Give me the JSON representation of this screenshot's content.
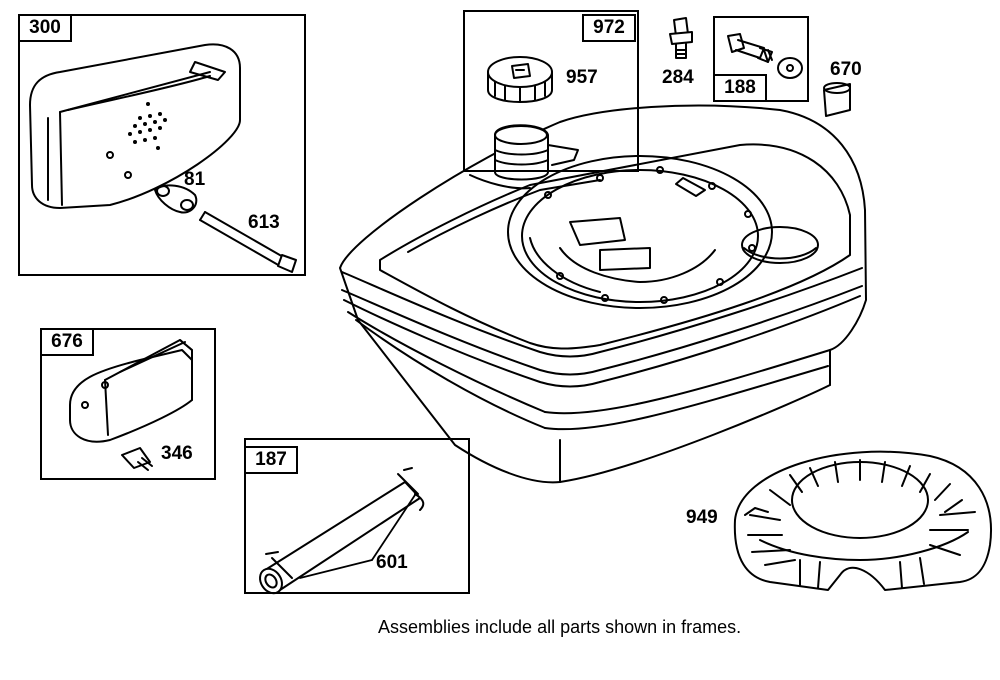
{
  "frames": {
    "muffler": "300",
    "cap": "972",
    "screw_set": "188",
    "guard": "676",
    "breather_tube": "187"
  },
  "parts": {
    "lock_washer": "81",
    "screw_long": "613",
    "fuel_cap": "957",
    "bolt": "284",
    "spacer": "670",
    "screw_small": "346",
    "clamp": "601",
    "rotating_screen": "949"
  },
  "note": "Assemblies include all parts shown in frames."
}
